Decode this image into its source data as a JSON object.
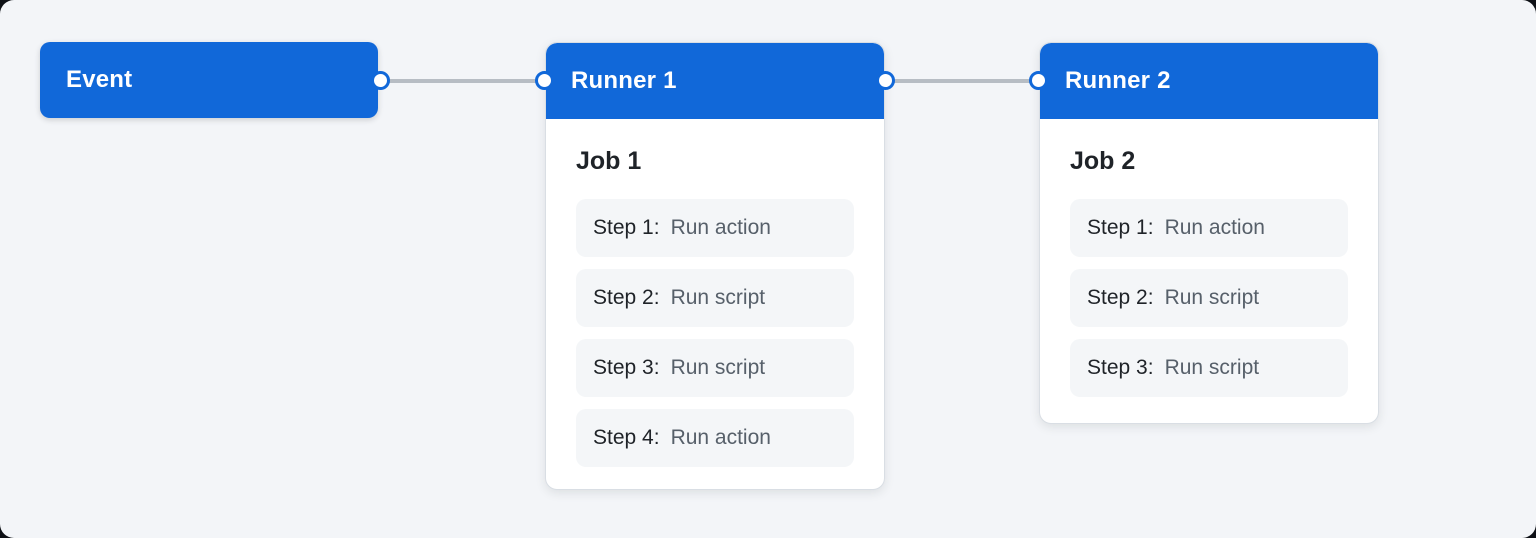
{
  "diagram": {
    "event": {
      "label": "Event"
    },
    "runners": [
      {
        "title": "Runner 1",
        "job_title": "Job 1",
        "steps": [
          {
            "label": "Step 1:",
            "action": "Run action"
          },
          {
            "label": "Step 2:",
            "action": "Run script"
          },
          {
            "label": "Step 3:",
            "action": "Run script"
          },
          {
            "label": "Step 4:",
            "action": "Run action"
          }
        ]
      },
      {
        "title": "Runner 2",
        "job_title": "Job 2",
        "steps": [
          {
            "label": "Step 1:",
            "action": "Run action"
          },
          {
            "label": "Step 2:",
            "action": "Run script"
          },
          {
            "label": "Step 3:",
            "action": "Run script"
          }
        ]
      }
    ],
    "colors": {
      "accent_blue": "#1168d9",
      "canvas_bg": "#f3f5f8",
      "card_bg": "#ffffff",
      "card_border": "#d9dee4",
      "step_bg": "#f4f6f8",
      "connector": "#b7bdc4",
      "title_text": "#1f2328",
      "muted_text": "#57606a",
      "header_text": "#ffffff"
    }
  }
}
